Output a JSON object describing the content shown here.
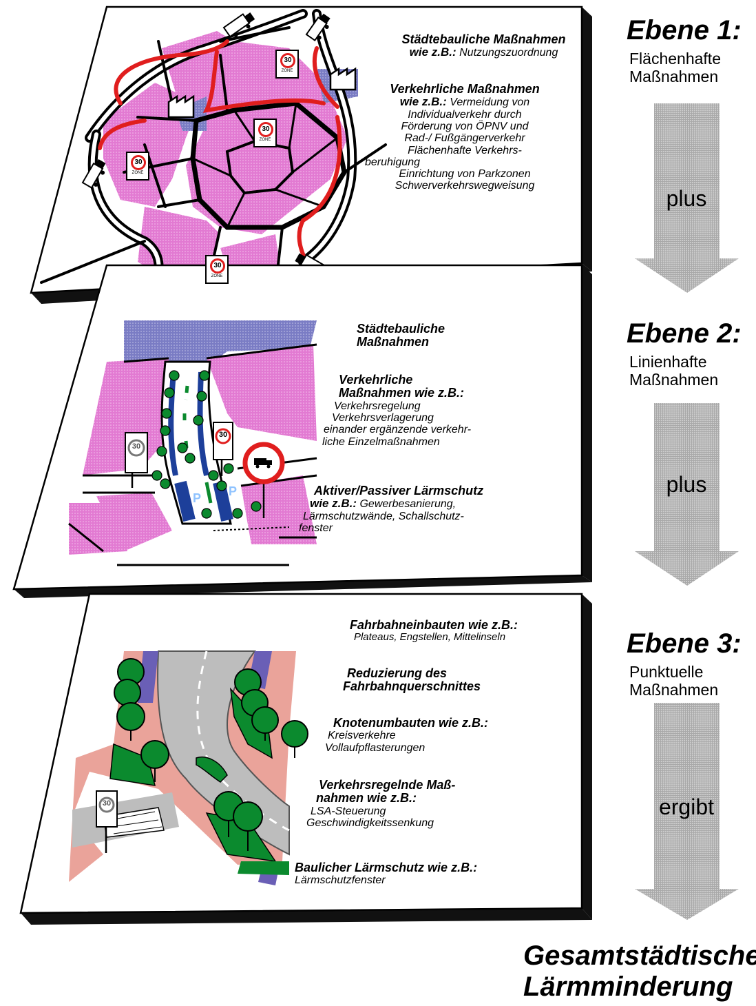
{
  "panel1": {
    "stadt_heading": "Städtebauliche Maßnahmen",
    "stadt_sub_bold": "wie z.B.:",
    "stadt_sub_text": "Nutzungszuordnung",
    "verkehr_heading": "Verkehrliche Maßnahmen",
    "verkehr_sub_bold": "wie z.B.:",
    "verkehr_sub_text": "Vermeidung von",
    "verkehr_lines": [
      "Individualverkehr durch",
      "Förderung von ÖPNV und",
      "Rad-/ Fußgängerverkehr",
      "Flächenhafte Verkehrs-",
      "beruhigung",
      "Einrichtung von Parkzonen",
      "Schwerverkehrswegweisung"
    ]
  },
  "panel2": {
    "stadt_heading_1": "Städtebauliche",
    "stadt_heading_2": "Maßnahmen",
    "verkehr_heading_1": "Verkehrliche",
    "verkehr_heading_2": "Maßnahmen wie z.B.:",
    "verkehr_lines": [
      "Verkehrsregelung",
      "Verkehrsverlagerung",
      "einander ergänzende verkehr-",
      "liche Einzelmaßnahmen"
    ],
    "laerm_heading": "Aktiver/Passiver Lärmschutz",
    "laerm_sub_bold": "wie z.B.:",
    "laerm_sub_text": "Gewerbesanierung,",
    "laerm_lines": [
      "Lärmschutzwände, Schallschutz-",
      "fenster"
    ],
    "parking_label": "P"
  },
  "panel3": {
    "fahrbahn_heading": "Fahrbahneinbauten wie z.B.:",
    "fahrbahn_text": "Plateaus, Engstellen, Mittelinseln",
    "reduz_heading_1": "Reduzierung des",
    "reduz_heading_2": "Fahrbahnquerschnittes",
    "knoten_heading": "Knotenumbauten wie z.B.:",
    "knoten_lines": [
      "Kreisverkehre",
      "Vollaufpflasterungen"
    ],
    "regel_heading_1": "Verkehrsregelnde Maß-",
    "regel_heading_2": "nahmen wie z.B.:",
    "regel_lines": [
      "LSA-Steuerung",
      "Geschwindigkeitssenkung"
    ],
    "baulich_heading": "Baulicher Lärmschutz wie z.B.:",
    "baulich_text": "Lärmschutzfenster"
  },
  "levels": [
    {
      "title": "Ebene 1:",
      "line1": "Flächenhafte",
      "line2": "Maßnahmen",
      "arrow_label": "plus"
    },
    {
      "title": "Ebene 2:",
      "line1": "Linienhafte",
      "line2": "Maßnahmen",
      "arrow_label": "plus"
    },
    {
      "title": "Ebene 3:",
      "line1": "Punktuelle",
      "line2": "Maßnahmen",
      "arrow_label": "ergibt"
    }
  ],
  "result": {
    "line1": "Gesamtstädtische",
    "line2": "Lärmminderung"
  },
  "signs": {
    "speed": "30",
    "zone": "ZONE"
  },
  "colors": {
    "magenta_area": "#e27ad2",
    "industry_blue": "#7a7cc4",
    "route_red": "#e01e1e",
    "road_blue": "#1d3f9a",
    "tree_green": "#0b8a2e",
    "street_pink": "#eaa39a",
    "arrow_grey": "#bcbcbc"
  },
  "icons": [
    "truck-icon",
    "factory-icon",
    "speed-zone-30-sign",
    "no-trucks-sign",
    "tree-icon",
    "down-arrow"
  ]
}
